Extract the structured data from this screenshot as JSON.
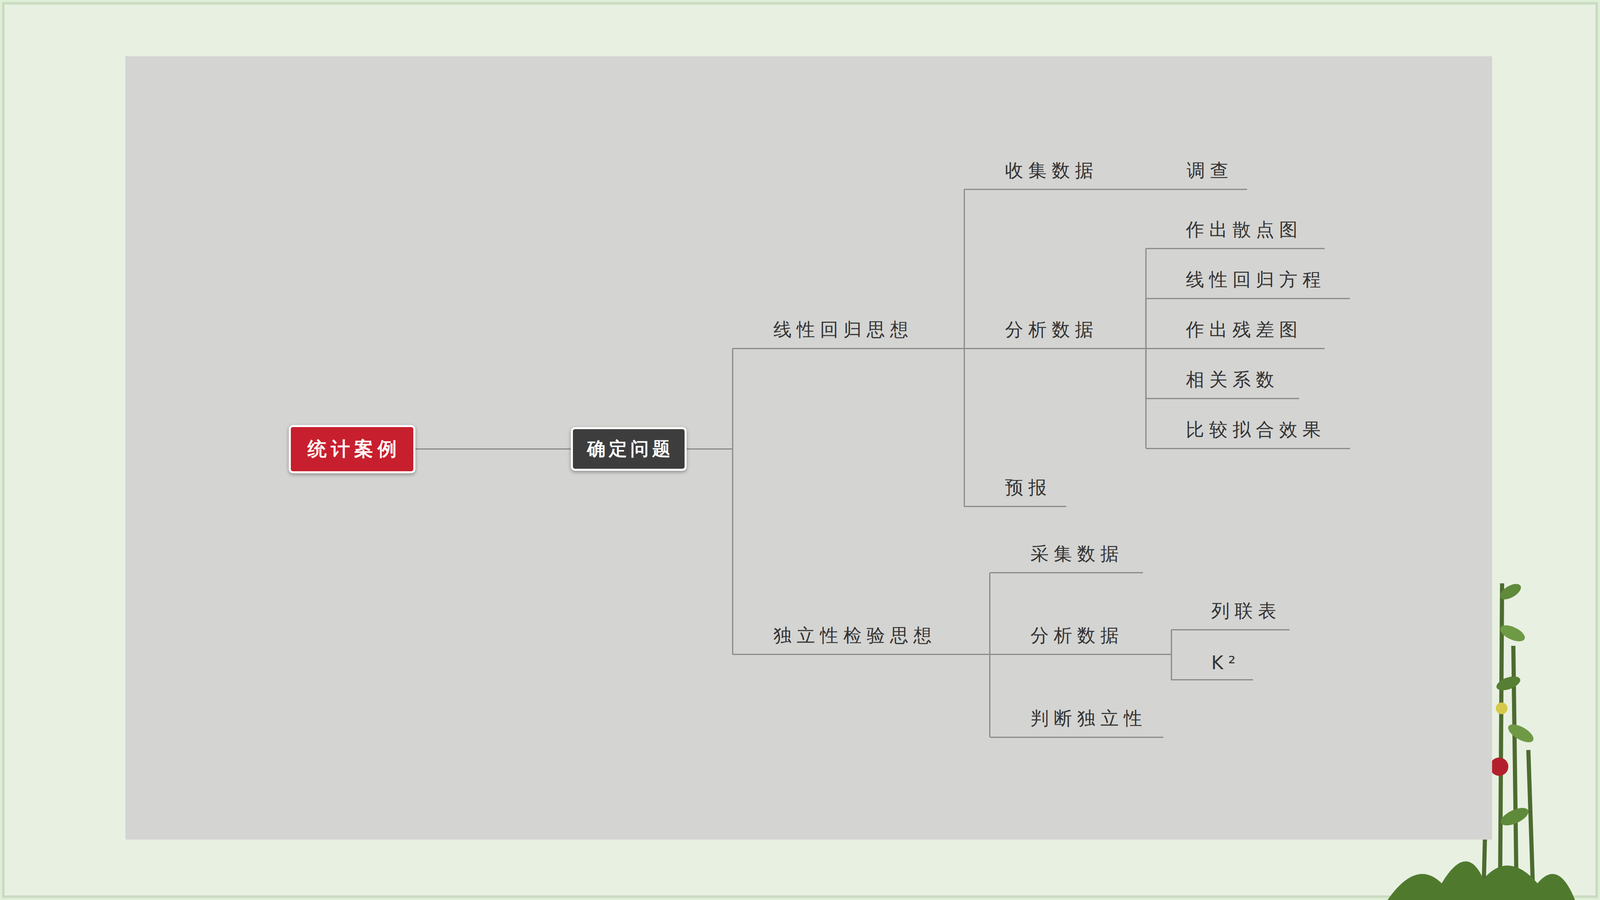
{
  "diagram": {
    "nodes": [
      {
        "text": [
          "统计案例"
        ]
      },
      {
        "text": [
          "确定问题"
        ]
      },
      {
        "text": [
          "线性回归思想"
        ]
      },
      {
        "text": [
          "收集数据"
        ]
      },
      {
        "text": [
          "调查"
        ]
      },
      {
        "text": [
          "分析数据"
        ]
      },
      {
        "text": [
          "作出散点图"
        ]
      },
      {
        "text": [
          "线性回归方程"
        ]
      },
      {
        "text": [
          "作出残差图"
        ]
      },
      {
        "text": [
          "相关系数"
        ]
      },
      {
        "text": [
          "比较拟合效果"
        ]
      },
      {
        "text": [
          "预报"
        ]
      },
      {
        "text": [
          "独立性检验思想"
        ]
      },
      {
        "text": [
          "采集数据"
        ]
      },
      {
        "text": [
          "分析数据"
        ]
      },
      {
        "text": [
          "列联表"
        ]
      },
      {
        "text": [
          "K²"
        ]
      },
      {
        "text": [
          "判断独立性"
        ]
      }
    ],
    "edges": [
      {
        "from": 0,
        "to": 1,
        "arrow": "none"
      },
      {
        "from": 1,
        "to": 2,
        "arrow": "none"
      },
      {
        "from": 1,
        "to": 12,
        "arrow": "none"
      },
      {
        "from": 2,
        "to": 3,
        "arrow": "none"
      },
      {
        "from": 3,
        "to": 4,
        "arrow": "none"
      },
      {
        "from": 2,
        "to": 5,
        "arrow": "none"
      },
      {
        "from": 5,
        "to": 6,
        "arrow": "none"
      },
      {
        "from": 5,
        "to": 7,
        "arrow": "none"
      },
      {
        "from": 5,
        "to": 8,
        "arrow": "none"
      },
      {
        "from": 5,
        "to": 9,
        "arrow": "none"
      },
      {
        "from": 5,
        "to": 10,
        "arrow": "none"
      },
      {
        "from": 2,
        "to": 11,
        "arrow": "none"
      },
      {
        "from": 12,
        "to": 13,
        "arrow": "none"
      },
      {
        "from": 12,
        "to": 14,
        "arrow": "none"
      },
      {
        "from": 14,
        "to": 15,
        "arrow": "none"
      },
      {
        "from": 14,
        "to": 16,
        "arrow": "none"
      },
      {
        "from": 12,
        "to": 17,
        "arrow": "none"
      }
    ]
  }
}
